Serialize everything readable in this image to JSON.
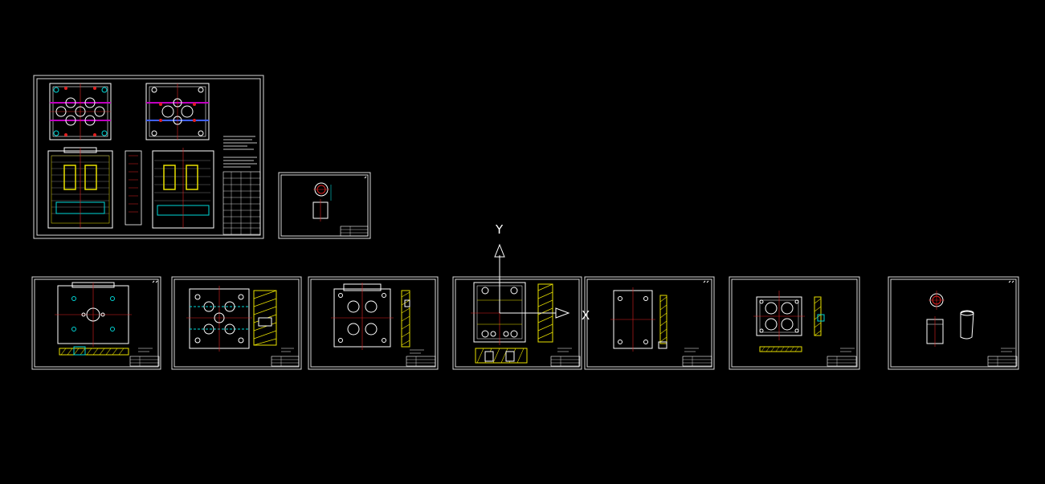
{
  "viewport": {
    "background": "#000000"
  },
  "ucs": {
    "x_label": "X",
    "y_label": "Y"
  },
  "colors": {
    "frame": "#d8d8d8",
    "hatch_yellow": "#e8e000",
    "cyan": "#00d8d8",
    "red": "#e02020",
    "magenta": "#c000c0",
    "blue": "#4060ff",
    "white": "#ffffff"
  },
  "sheets": [
    {
      "id": "assembly",
      "kind": "assembly"
    },
    {
      "id": "part-small",
      "kind": "small"
    },
    {
      "id": "plate-1",
      "kind": "plate"
    },
    {
      "id": "plate-2",
      "kind": "plate-hatched"
    },
    {
      "id": "plate-3",
      "kind": "plate-circles"
    },
    {
      "id": "plate-4",
      "kind": "plate-ucs"
    },
    {
      "id": "plate-5",
      "kind": "plate-simple"
    },
    {
      "id": "plate-6",
      "kind": "plate-four"
    },
    {
      "id": "plate-7",
      "kind": "part-sleeve"
    }
  ]
}
